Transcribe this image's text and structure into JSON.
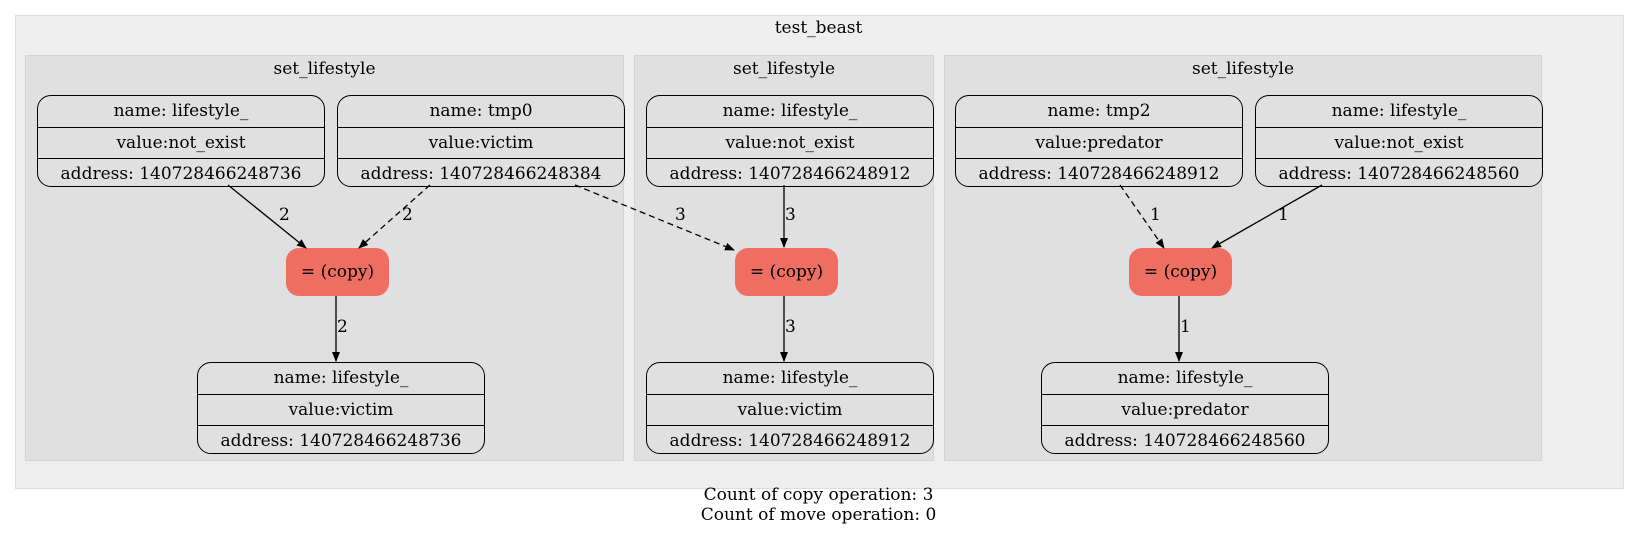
{
  "graph": {
    "title": "test_beast",
    "clusters": [
      {
        "label": "set_lifestyle",
        "nodes": [
          {
            "name": "name: lifestyle_",
            "value": "value:not_exist",
            "address": "address: 140728466248736"
          },
          {
            "name": "name: tmp0",
            "value": "value:victim",
            "address": "address: 140728466248384"
          },
          {
            "name": "name: lifestyle_",
            "value": "value:victim",
            "address": "address: 140728466248736"
          }
        ],
        "op": "= (copy)",
        "edges": [
          {
            "from": "lifestyle_",
            "to": "op",
            "label": "2",
            "style": "solid"
          },
          {
            "from": "tmp0",
            "to": "op",
            "label": "2",
            "style": "dashed"
          },
          {
            "from": "op",
            "to": "lifestyle_",
            "label": "2",
            "style": "solid"
          }
        ]
      },
      {
        "label": "set_lifestyle",
        "nodes": [
          {
            "name": "name: lifestyle_",
            "value": "value:not_exist",
            "address": "address: 140728466248912"
          },
          {
            "name": "name: lifestyle_",
            "value": "value:victim",
            "address": "address: 140728466248912"
          }
        ],
        "op": "= (copy)",
        "edges": [
          {
            "from": "lifestyle_",
            "to": "op",
            "label": "3",
            "style": "solid"
          },
          {
            "from": "op",
            "to": "lifestyle_",
            "label": "3",
            "style": "solid"
          }
        ]
      },
      {
        "label": "set_lifestyle",
        "nodes": [
          {
            "name": "name: tmp2",
            "value": "value:predator",
            "address": "address: 140728466248912"
          },
          {
            "name": "name: lifestyle_",
            "value": "value:not_exist",
            "address": "address: 140728466248560"
          },
          {
            "name": "name: lifestyle_",
            "value": "value:predator",
            "address": "address: 140728466248560"
          }
        ],
        "op": "= (copy)",
        "edges": [
          {
            "from": "tmp2",
            "to": "op",
            "label": "1",
            "style": "dashed"
          },
          {
            "from": "lifestyle_",
            "to": "op",
            "label": "1",
            "style": "solid"
          },
          {
            "from": "op",
            "to": "lifestyle_",
            "label": "1",
            "style": "solid"
          }
        ]
      }
    ],
    "cross_edges": [
      {
        "from": "tmp0",
        "to": "op (cluster 2)",
        "label": "3",
        "style": "dashed"
      }
    ],
    "footer": [
      "Count of copy operation: 3",
      "Count of move operation: 0"
    ],
    "colors": {
      "outer_fill": "#eeeeee",
      "cluster_fill": "#e0e0e0",
      "op_fill": "#ee6f61"
    }
  }
}
